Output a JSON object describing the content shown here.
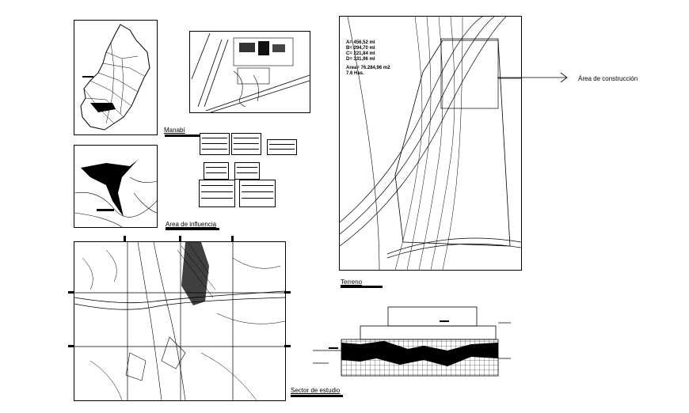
{
  "labels": {
    "manabi": "Manabí",
    "area_influencia": "Area de influencia",
    "sector_estudio": "Sector de estudio",
    "terreno": "Terreno",
    "area_construccion": "Área de construcción"
  },
  "terrain_legend": [
    "A= 456,52 ml",
    "B= 294,70 ml",
    "C= 221,84 ml",
    "D= 331,96 ml",
    "Area= 76.284,96 m2",
    "7.6 Has."
  ]
}
